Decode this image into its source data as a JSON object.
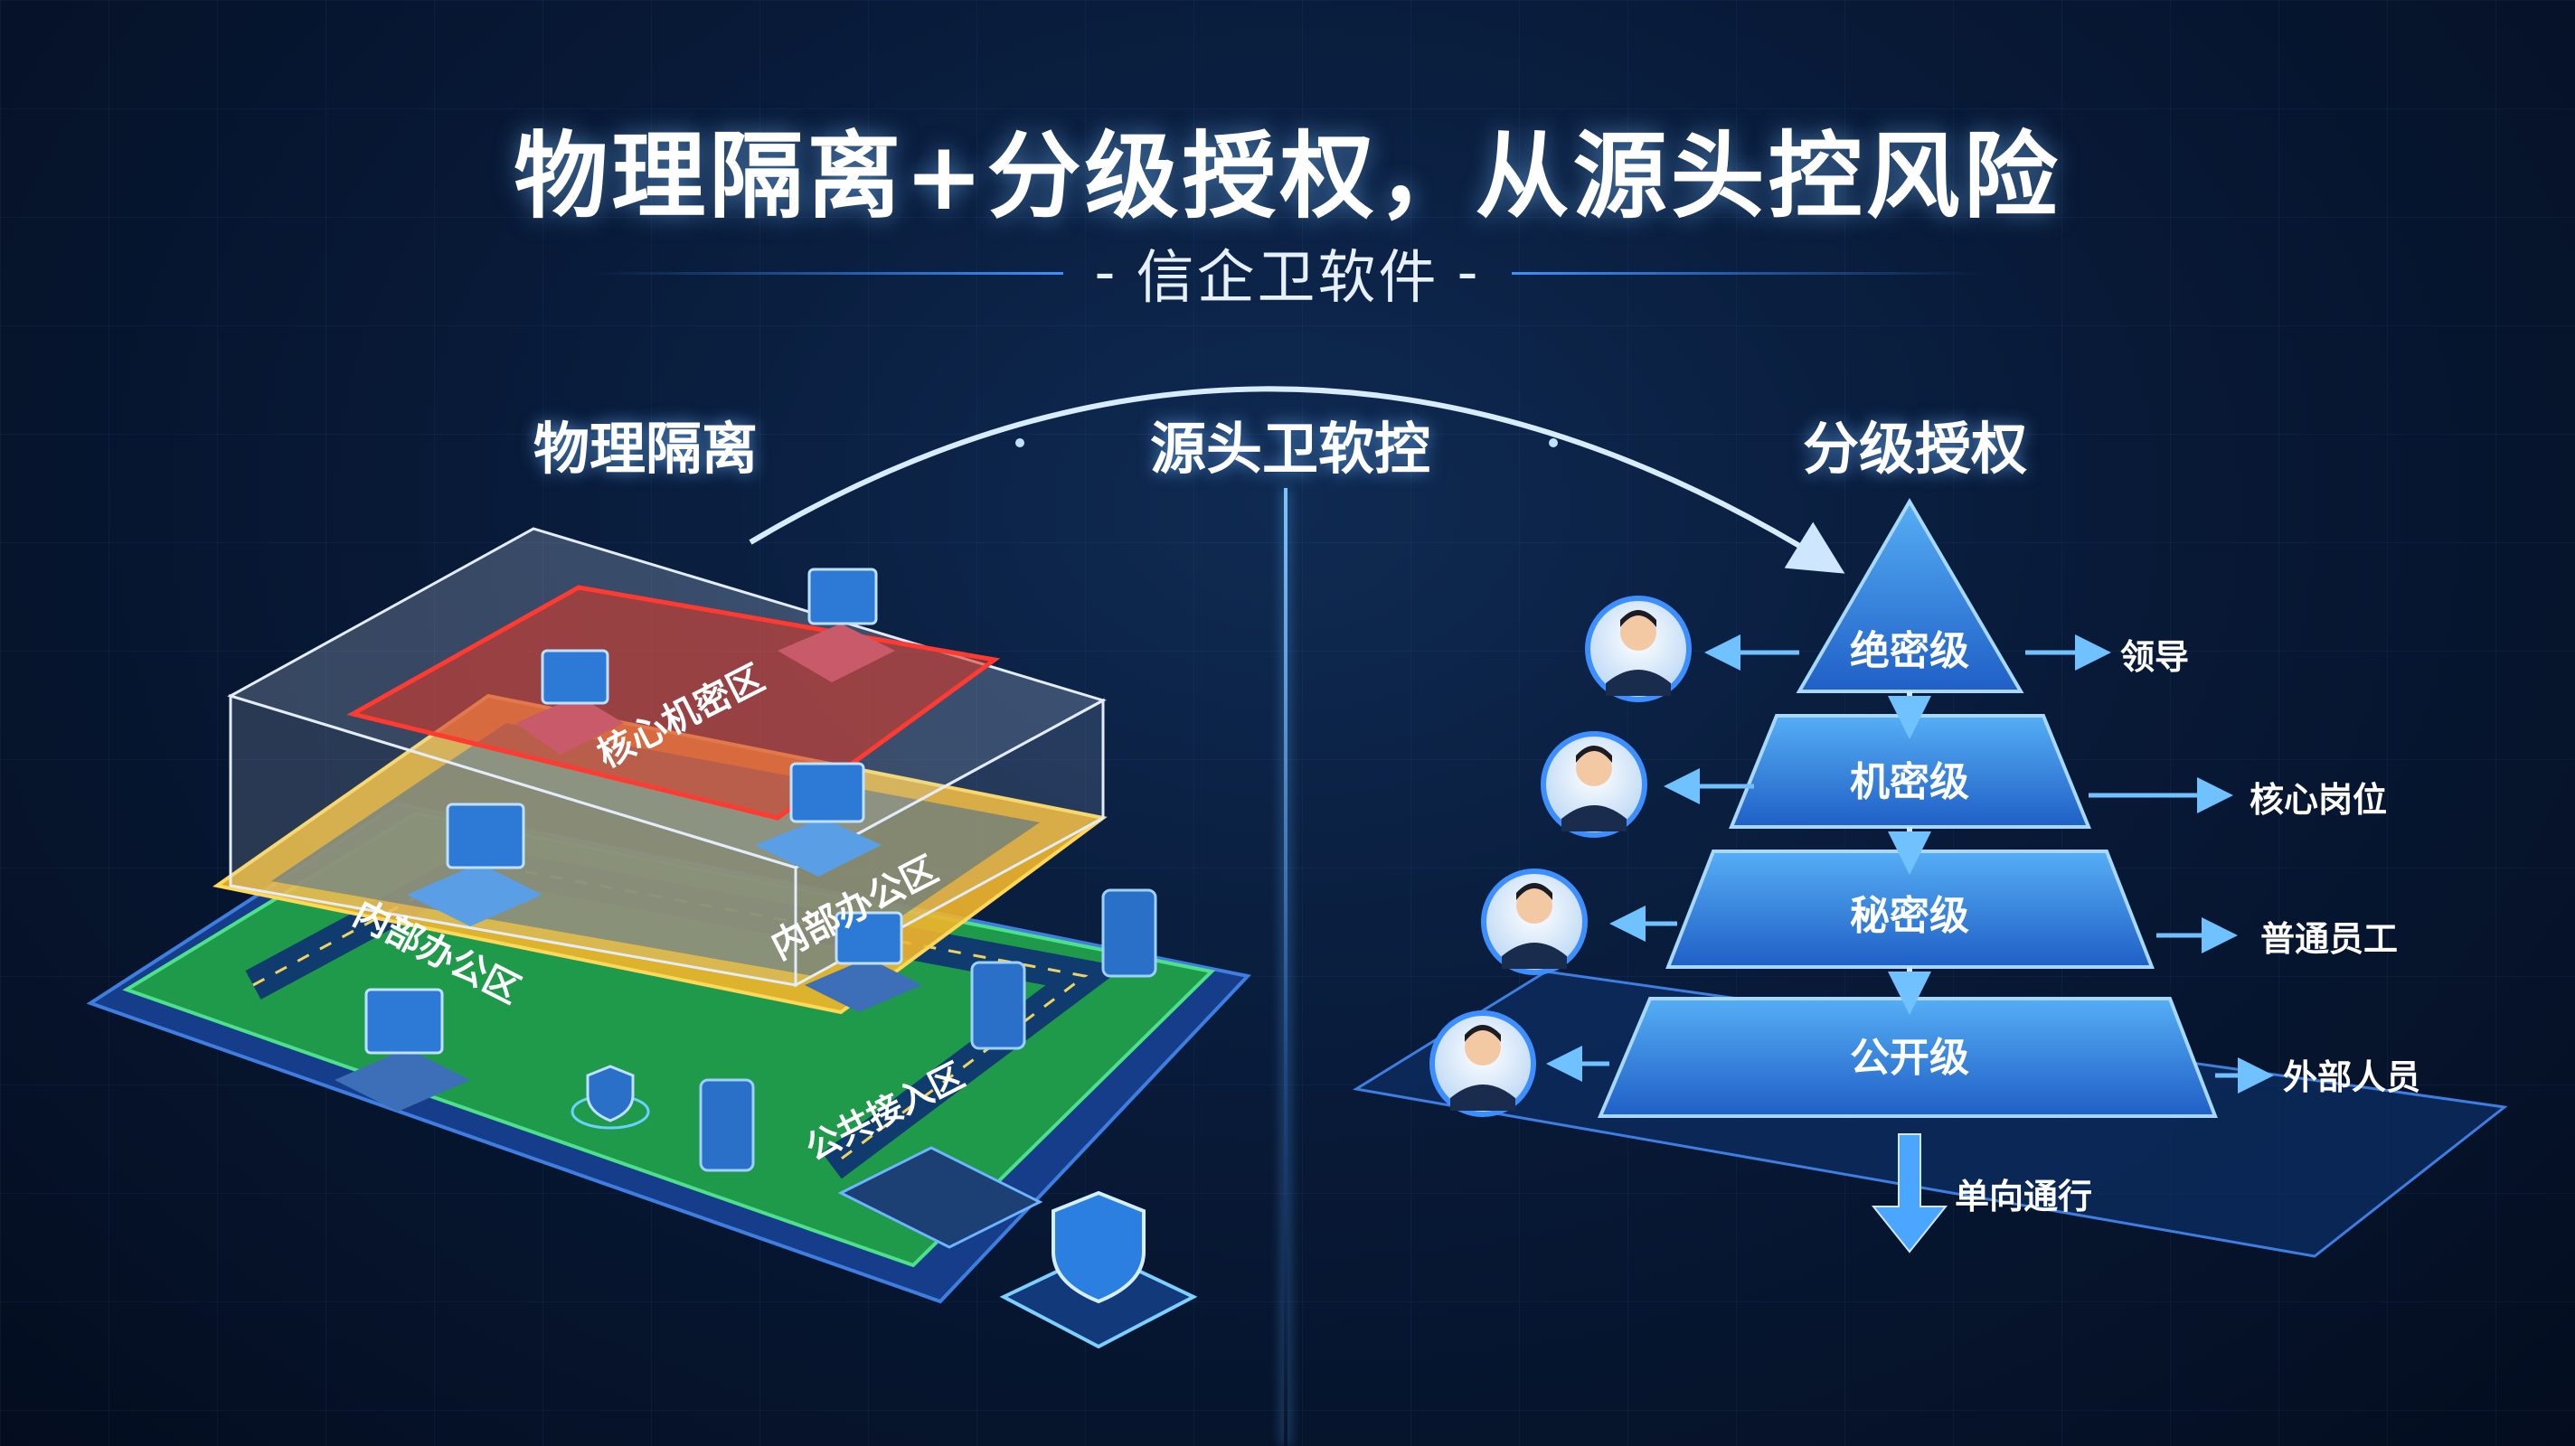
{
  "header": {
    "title": "物理隔离+分级授权，从源头控风险",
    "subtitle_prefix": "-",
    "subtitle": "信企卫软件",
    "subtitle_suffix": "-"
  },
  "sections": {
    "left": "物理隔离",
    "center": "源头卫软控",
    "right": "分级授权"
  },
  "isolation": {
    "core_zone": "核心机密区",
    "office_zone_left": "内部办公区",
    "office_zone_right": "内部办公区",
    "public_zone": "公共接入区"
  },
  "pyramid": {
    "levels": [
      "绝密级",
      "机密级",
      "秘密级",
      "公开级"
    ],
    "roles": [
      "领导",
      "核心岗位",
      "普通员工",
      "外部人员"
    ],
    "flow_label": "单向通行"
  },
  "colors": {
    "accent": "#3e8fff",
    "core_red": "#e0302a",
    "office_yellow": "#f2b62a",
    "public_green": "#22a350",
    "pyramid_blue": "#2a7fe0"
  },
  "icons": {
    "person": "person-avatar-icon",
    "monitor": "monitor-icon",
    "shield": "shield-icon",
    "server": "server-icon"
  }
}
